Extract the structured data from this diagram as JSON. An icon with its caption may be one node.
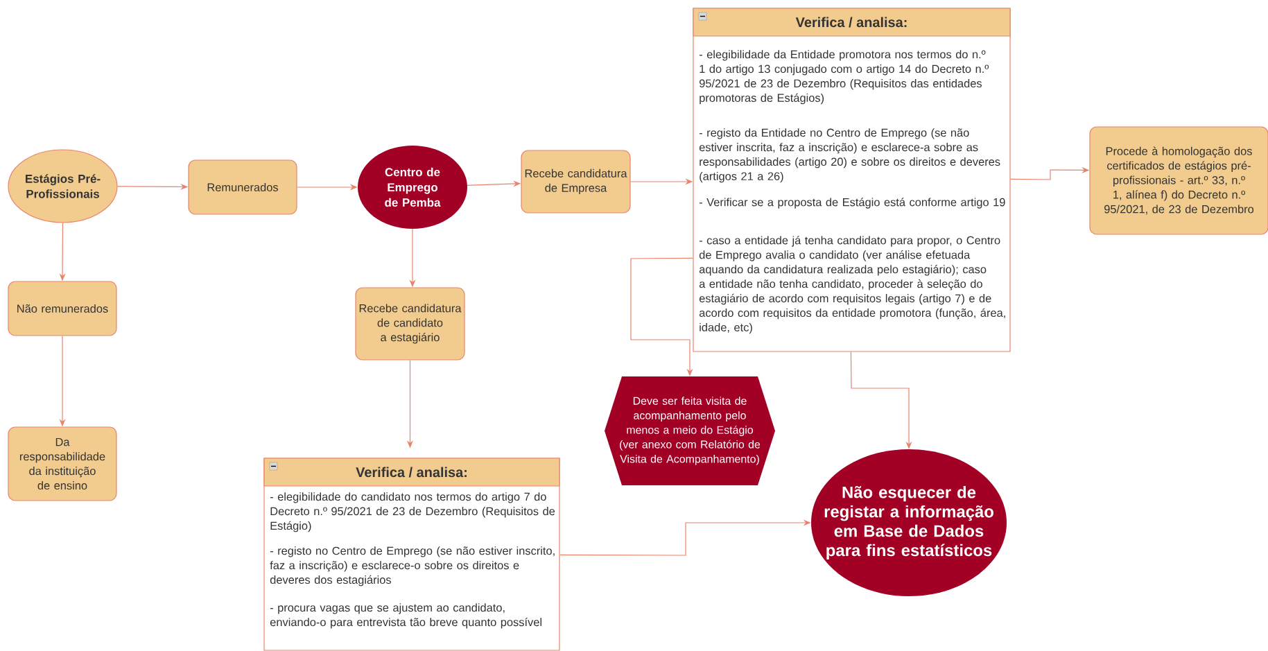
{
  "diagram": {
    "nodes": [
      {
        "text": [
          "Estágios Pré-Profissionais"
        ]
      },
      {
        "text": [
          "Remunerados"
        ]
      },
      {
        "text": [
          "Centro de Emprego de Pemba"
        ]
      },
      {
        "text": [
          "Recebe candidatura de Empresa"
        ]
      },
      {
        "text": [
          "Verifica / analisa:",
          "- elegibilidade da Entidade promotora nos termos do n.º 1 do artigo 13 conjugado com o artigo 14 do Decreto n.º 95/2021 de 23 de Dezembro (Requisitos das entidades promotoras de Estágios)",
          "- registo da Entidade no Centro de Emprego (se não estiver inscrita, faz a inscrição) e esclarece-a sobre as responsabilidades (artigo 20) e sobre os direitos e deveres (artigos 21 a 26)",
          "- Verificar se a proposta de Estágio está conforme artigo 19",
          "- caso a entidade já tenha candidato para propor, o Centro de Emprego avalia o candidato (ver análise efetuada aquando da candidatura realizada pelo estagiário); caso a entidade não tenha candidato, proceder à seleção do estagiário de acordo com requisitos legais (artigo 7) e de acordo com requisitos da entidade promotora (função, área, idade, etc)"
        ]
      },
      {
        "text": [
          "Procede à homologação dos certificados de estágios pré-profissionais - art.º 33, n.º 1, alínea f) do Decreto n.º 95/2021, de 23 de Dezembro"
        ]
      },
      {
        "text": [
          "Não remunerados"
        ]
      },
      {
        "text": [
          "Recebe candidatura de candidato a estagiário"
        ]
      },
      {
        "text": [
          "Deve ser feita visita de acompanhamento pelo menos a meio do Estágio (ver anexo com Relatório de Visita de Acompanhamento)"
        ]
      },
      {
        "text": [
          "Da responsabilidade da instituição de ensino"
        ]
      },
      {
        "text": [
          "Verifica / analisa:",
          "- elegibilidade do candidato nos termos do artigo 7 do Decreto n.º 95/2021 de 23 de Dezembro (Requisitos de Estágio)",
          "- registo no Centro de Emprego (se não estiver inscrito, faz a inscrição) e esclarece-o sobre os direitos e deveres dos estagiários",
          "- procura vagas que se ajustem ao candidato, enviando-o para entrevista tão breve quanto possível"
        ]
      },
      {
        "text": [
          "Não esquecer de registar a informação em Base de Dados para fins estatísticos"
        ]
      }
    ],
    "edges": [
      {
        "from": 0,
        "to": 1,
        "arrow": "to"
      },
      {
        "from": 1,
        "to": 2,
        "arrow": "to"
      },
      {
        "from": 2,
        "to": 3,
        "arrow": "to"
      },
      {
        "from": 3,
        "to": 4,
        "arrow": "to"
      },
      {
        "from": 4,
        "to": 5,
        "arrow": "to"
      },
      {
        "from": 0,
        "to": 6,
        "arrow": "to"
      },
      {
        "from": 6,
        "to": 9,
        "arrow": "to"
      },
      {
        "from": 2,
        "to": 7,
        "arrow": "to"
      },
      {
        "from": 7,
        "to": 10,
        "arrow": "to"
      },
      {
        "from": 4,
        "to": 8,
        "arrow": "to"
      },
      {
        "from": 4,
        "to": 11,
        "arrow": "to"
      },
      {
        "from": 10,
        "to": 11,
        "arrow": "to"
      }
    ]
  }
}
